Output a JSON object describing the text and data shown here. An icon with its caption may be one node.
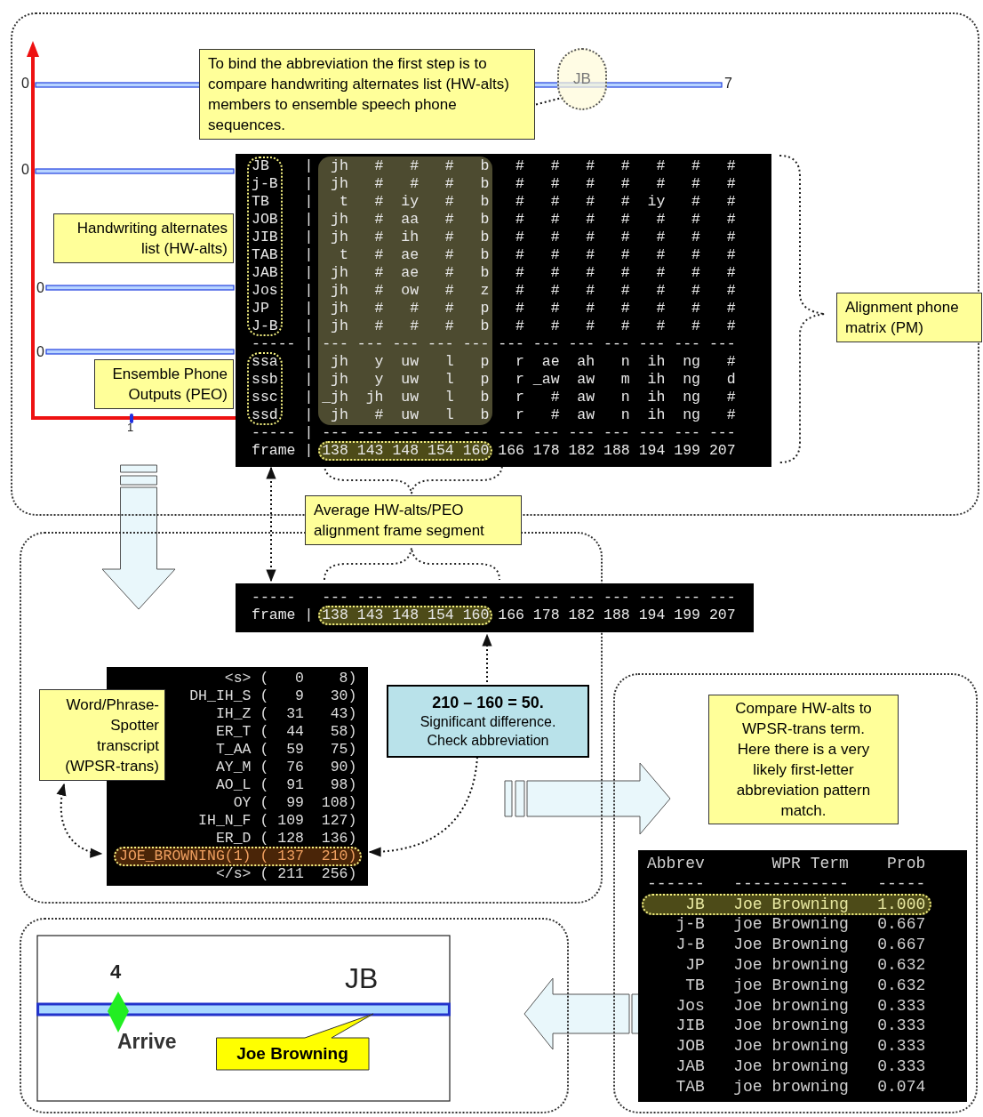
{
  "diagram": {
    "nodes": [
      {
        "text": [],
        "shape": "box"
      },
      {
        "text": [
          "To bind the abbreviation the first step is to compare handwriting alternates list (HW-alts) members to ensemble speech phone sequences."
        ],
        "in": 0
      },
      {
        "text": [
          "JB"
        ],
        "in": 0
      },
      {
        "text": [
          "Handwriting alternates list (HW-alts)"
        ],
        "in": 0
      },
      {
        "text": [
          "Ensemble Phone Outputs (PEO)"
        ],
        "in": 0
      },
      {
        "text": [
          "JB    |  jh   #   #   #   b   #   #   #   #   #   #   #",
          "j-B   |  jh   #   #   #   b   #   #   #   #   #   #   #",
          "TB    |   t   #  iy   #   b   #   #   #   #  iy   #   #",
          "JOB   |  jh   #  aa   #   b   #   #   #   #   #   #   #",
          "JIB   |  jh   #  ih   #   b   #   #   #   #   #   #   #",
          "TAB   |   t   #  ae   #   b   #   #   #   #   #   #   #",
          "JAB   |  jh   #  ae   #   b   #   #   #   #   #   #   #",
          "Jos   |  jh   #  ow   #   z   #   #   #   #   #   #   #",
          "JP    |  jh   #   #   #   p   #   #   #   #   #   #   #",
          "J-B   |  jh   #   #   #   b   #   #   #   #   #   #   #",
          "----- | --- --- --- --- --- --- --- --- --- --- --- ---",
          "ssa   |  jh   y  uw   l   p   r  ae  ah   n  ih  ng   #",
          "ssb   |  jh   y  uw   l   p   r _aw  aw   m  ih  ng   d",
          "ssc   | _jh  jh  uw   l   b   r   #  aw   n  ih  ng   #",
          "ssd   |  jh   #  uw   l   b   r   #  aw   n  ih  ng   #",
          "----- | --- --- --- --- --- --- --- --- --- --- --- ---",
          "frame | 138 143 148 154 160 166 178 182 188 194 199 207"
        ],
        "in": 0
      },
      {
        "text": [
          "Alignment phone matrix (PM)"
        ],
        "in": 0
      },
      {
        "text": [
          "Average HW-alts/PEO alignment frame segment"
        ]
      },
      {
        "text": [],
        "shape": "box"
      },
      {
        "text": [
          "-----   --- --- --- --- --- --- --- --- --- --- --- ---",
          "frame | 138 143 148 154 160 166 178 182 188 194 199 207"
        ]
      },
      {
        "text": [
          "            <s> (   0    8)",
          "        DH_IH_S (   9   30)",
          "           IH_Z (  31   43)",
          "           ER_T (  44   58)",
          "           T_AA (  59   75)",
          "           AY_M (  76   90)",
          "           AO_L (  91   98)",
          "             OY (  99  108)",
          "         IH_N_F ( 109  127)",
          "           ER_D ( 128  136)",
          "JOE_BROWNING(1) ( 137  210)",
          "           </s> ( 211  256)"
        ],
        "in": 8
      },
      {
        "text": [
          "Word/Phrase-Spotter transcript (WPSR-trans)"
        ],
        "in": 8
      },
      {
        "text": [
          "210 – 160 = 50.",
          "Significant difference. Check abbreviation"
        ],
        "in": 8
      },
      {
        "text": [],
        "shape": "box"
      },
      {
        "text": [
          "Compare HW-alts to WPSR-trans term. Here there is a very likely first-letter abbreviation pattern match."
        ],
        "in": 13
      },
      {
        "text": [
          "Abbrev       WPR Term    Prob",
          "------   ------------   -----",
          "    JB   Joe Browning   1.000",
          "   j-B   joe Browning   0.667",
          "   J-B   Joe Browning   0.667",
          "    JP   Joe browning   0.632",
          "    TB   joe Browning   0.632",
          "   Jos   Joe browning   0.333",
          "   JIB   Joe browning   0.333",
          "   JOB   Joe browning   0.333",
          "   JAB   Joe browning   0.333",
          "   TAB   joe browning   0.074"
        ],
        "in": 13
      },
      {
        "text": [],
        "shape": "box"
      },
      {
        "text": [
          "Joe Browning"
        ],
        "in": 16
      }
    ],
    "edges": [
      {
        "from": 2,
        "to": 1,
        "arrow": "none",
        "style": "dashed"
      },
      {
        "from": 5,
        "to": 9,
        "arrow": "both",
        "style": "dashed"
      },
      {
        "from": 12,
        "to": 9,
        "arrow": "to",
        "style": "dashed"
      },
      {
        "from": 12,
        "to": 10,
        "arrow": "to",
        "style": "dashed"
      },
      {
        "from": 11,
        "to": 10,
        "arrow": "both",
        "style": "dashed"
      },
      {
        "from": 0,
        "to": 8,
        "arrow": "to",
        "style": "thick"
      },
      {
        "from": 8,
        "to": 13,
        "arrow": "to",
        "style": "thick"
      },
      {
        "from": 13,
        "to": 16,
        "arrow": "to",
        "style": "thick"
      }
    ],
    "labels": [
      "0",
      "7",
      "0",
      "0",
      "0",
      "1",
      "4",
      "JB",
      "Arrive"
    ]
  }
}
